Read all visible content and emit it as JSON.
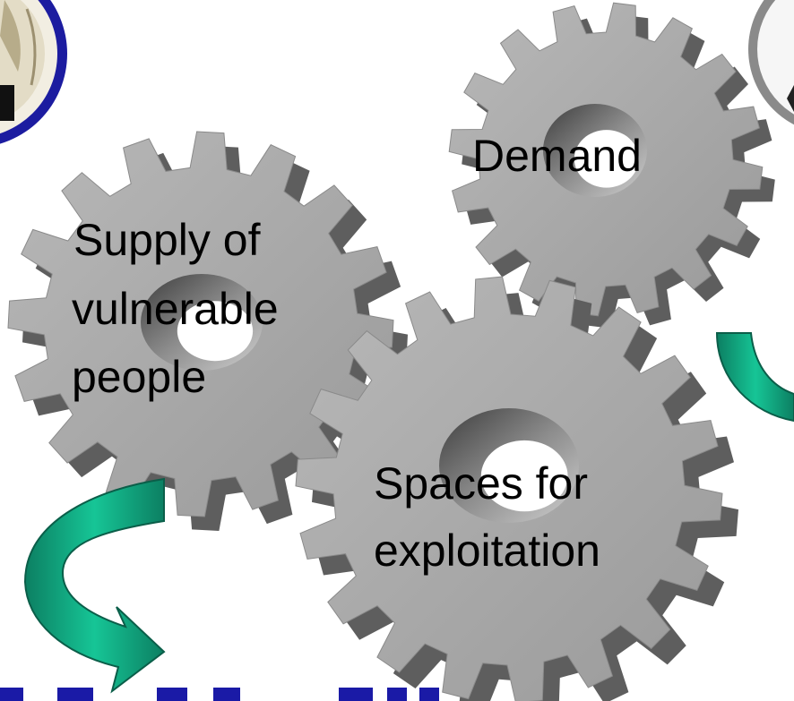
{
  "gears": {
    "supply": {
      "lines": [
        "Supply of",
        "vulnerable",
        "people"
      ]
    },
    "demand": {
      "lines": [
        "Demand"
      ]
    },
    "spaces": {
      "lines": [
        "Spaces for",
        "exploitation"
      ]
    }
  },
  "colors": {
    "gear_face": "#a9a9a9",
    "gear_side": "#5e5e5e",
    "arrow_fill": "#11b48a",
    "arrow_edge": "#0b5e49",
    "seal_ring": "#1c1ca0",
    "seal_ring_right": "#8a8a8a",
    "bottom_text": "#1a1aa6"
  },
  "icons": {
    "left_seal": "emblem-seal-icon",
    "right_seal": "emblem-seal-icon",
    "arrow_left": "curved-arrow-icon",
    "arrow_right": "curved-arrow-icon"
  }
}
